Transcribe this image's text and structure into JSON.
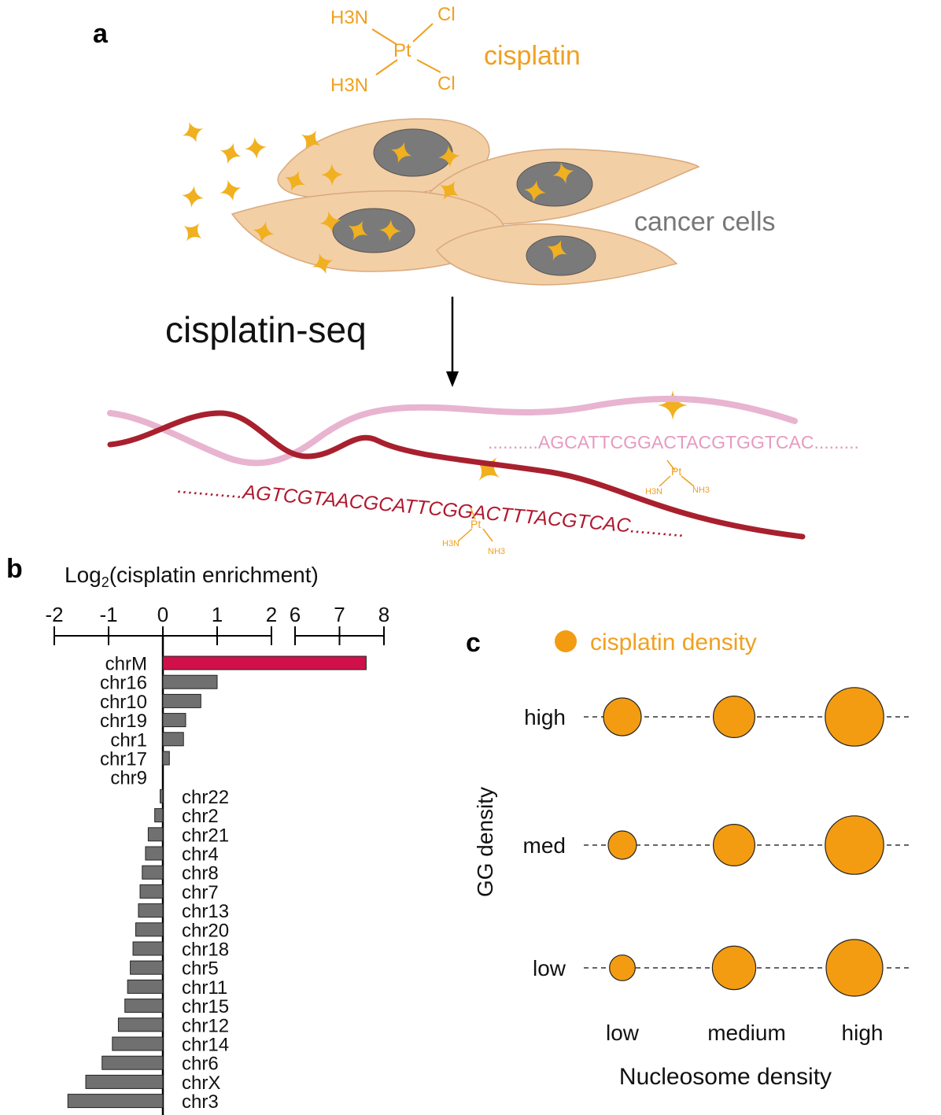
{
  "panel_a": {
    "letter": "a",
    "molecule": {
      "h3n_top": "H3N",
      "cl_top": "Cl",
      "pt": "Pt",
      "h3n_bottom": "H3N",
      "cl_bottom": "Cl"
    },
    "cisplatin_label": "cisplatin",
    "cells_label": "cancer cells",
    "method_label": "cisplatin-seq",
    "seq_top": "..........AGCATTCGGACTACGTGGTCAC.........",
    "seq_bottom": "............AGTCGTAACGCATTCGGACTTTACGTCAC..........",
    "adduct_top": {
      "pt": "Pt",
      "left": "H3N",
      "right": "NH3"
    },
    "adduct_bottom": {
      "pt": "Pt",
      "left": "H3N",
      "right": "NH3"
    },
    "colors": {
      "cisplatin": "#f0b020",
      "cell": "#f3cfa6",
      "nucleus": "#7a7a7a",
      "dna_dark": "#a8202e",
      "dna_light": "#e6a8c8"
    }
  },
  "panel_b": {
    "letter": "b",
    "axis_title": "Log 2(cisplatin enrichment)",
    "axis_title_main": "Log",
    "axis_title_sub": "2",
    "axis_title_rest": "(cisplatin enrichment)",
    "ticks_left": [
      "-2",
      "-1",
      "0",
      "1",
      "2"
    ],
    "ticks_right": [
      "6",
      "7",
      "8"
    ],
    "chart_data": {
      "type": "bar",
      "orientation": "horizontal",
      "categories": [
        "chrM",
        "chr16",
        "chr10",
        "chr19",
        "chr1",
        "chr17",
        "chr9",
        "chr22",
        "chr2",
        "chr21",
        "chr4",
        "chr8",
        "chr7",
        "chr13",
        "chr20",
        "chr18",
        "chr5",
        "chr11",
        "chr15",
        "chr12",
        "chr14",
        "chr6",
        "chrX",
        "chr3"
      ],
      "values": [
        7.6,
        1.0,
        0.7,
        0.42,
        0.38,
        0.12,
        0.0,
        -0.05,
        -0.15,
        -0.27,
        -0.32,
        -0.38,
        -0.42,
        -0.45,
        -0.5,
        -0.55,
        -0.6,
        -0.65,
        -0.7,
        -0.82,
        -0.93,
        -1.12,
        -1.42,
        -1.75
      ],
      "axis_break": [
        2,
        6
      ],
      "xlim": [
        -2,
        8
      ],
      "highlight": "chrM",
      "colors": {
        "highlight": "#d0104a",
        "bar": "#707070"
      }
    }
  },
  "panel_c": {
    "letter": "c",
    "legend_label": "cisplatin density",
    "y_title": "GG density",
    "x_title": "Nucleosome density",
    "rows": [
      "high",
      "med",
      "low"
    ],
    "cols": [
      "low",
      "medium",
      "high"
    ],
    "sizes": [
      [
        1.0,
        1.1,
        1.55
      ],
      [
        0.75,
        1.1,
        1.55
      ],
      [
        0.68,
        1.15,
        1.5
      ]
    ],
    "colors": {
      "dot": "#f39c12"
    }
  }
}
